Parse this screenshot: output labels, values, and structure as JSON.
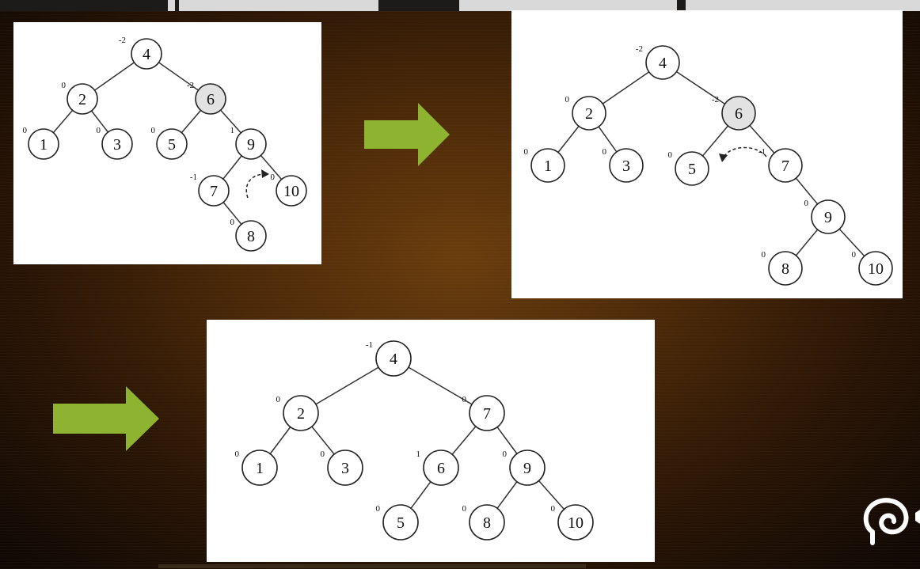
{
  "colors": {
    "arrow": "#8db330",
    "panel": "#ffffff",
    "shaded_node": "#e2e2e2"
  },
  "icons": {
    "arrow": "right-arrow-icon",
    "logo": "spiral-logo-icon"
  },
  "trees": [
    {
      "nodes": [
        {
          "key": "4",
          "bf": "-2"
        },
        {
          "key": "2",
          "bf": "0"
        },
        {
          "key": "6",
          "bf": "-2",
          "shaded": true
        },
        {
          "key": "1",
          "bf": "0"
        },
        {
          "key": "3",
          "bf": "0"
        },
        {
          "key": "5",
          "bf": "0"
        },
        {
          "key": "9",
          "bf": "1"
        },
        {
          "key": "7",
          "bf": "-1"
        },
        {
          "key": "10",
          "bf": "0"
        },
        {
          "key": "8",
          "bf": "0"
        }
      ],
      "edges": [
        [
          "4",
          "2"
        ],
        [
          "4",
          "6"
        ],
        [
          "2",
          "1"
        ],
        [
          "2",
          "3"
        ],
        [
          "6",
          "5"
        ],
        [
          "6",
          "9"
        ],
        [
          "9",
          "7"
        ],
        [
          "9",
          "10"
        ],
        [
          "7",
          "8"
        ]
      ]
    },
    {
      "nodes": [
        {
          "key": "4",
          "bf": "-2"
        },
        {
          "key": "2",
          "bf": "0"
        },
        {
          "key": "6",
          "bf": "-2",
          "shaded": true
        },
        {
          "key": "1",
          "bf": "0"
        },
        {
          "key": "3",
          "bf": "0"
        },
        {
          "key": "5",
          "bf": "0"
        },
        {
          "key": "7",
          "bf": "-1"
        },
        {
          "key": "9",
          "bf": "0"
        },
        {
          "key": "8",
          "bf": "0"
        },
        {
          "key": "10",
          "bf": "0"
        }
      ],
      "edges": [
        [
          "4",
          "2"
        ],
        [
          "4",
          "6"
        ],
        [
          "2",
          "1"
        ],
        [
          "2",
          "3"
        ],
        [
          "6",
          "5"
        ],
        [
          "6",
          "7"
        ],
        [
          "7",
          "9"
        ],
        [
          "9",
          "8"
        ],
        [
          "9",
          "10"
        ]
      ]
    },
    {
      "nodes": [
        {
          "key": "4",
          "bf": "-1"
        },
        {
          "key": "2",
          "bf": "0"
        },
        {
          "key": "7",
          "bf": "0"
        },
        {
          "key": "1",
          "bf": "0"
        },
        {
          "key": "3",
          "bf": "0"
        },
        {
          "key": "6",
          "bf": "1"
        },
        {
          "key": "9",
          "bf": "0"
        },
        {
          "key": "5",
          "bf": "0"
        },
        {
          "key": "8",
          "bf": "0"
        },
        {
          "key": "10",
          "bf": "0"
        }
      ],
      "edges": [
        [
          "4",
          "2"
        ],
        [
          "4",
          "7"
        ],
        [
          "2",
          "1"
        ],
        [
          "2",
          "3"
        ],
        [
          "7",
          "6"
        ],
        [
          "7",
          "9"
        ],
        [
          "6",
          "5"
        ],
        [
          "9",
          "8"
        ],
        [
          "9",
          "10"
        ]
      ]
    }
  ]
}
